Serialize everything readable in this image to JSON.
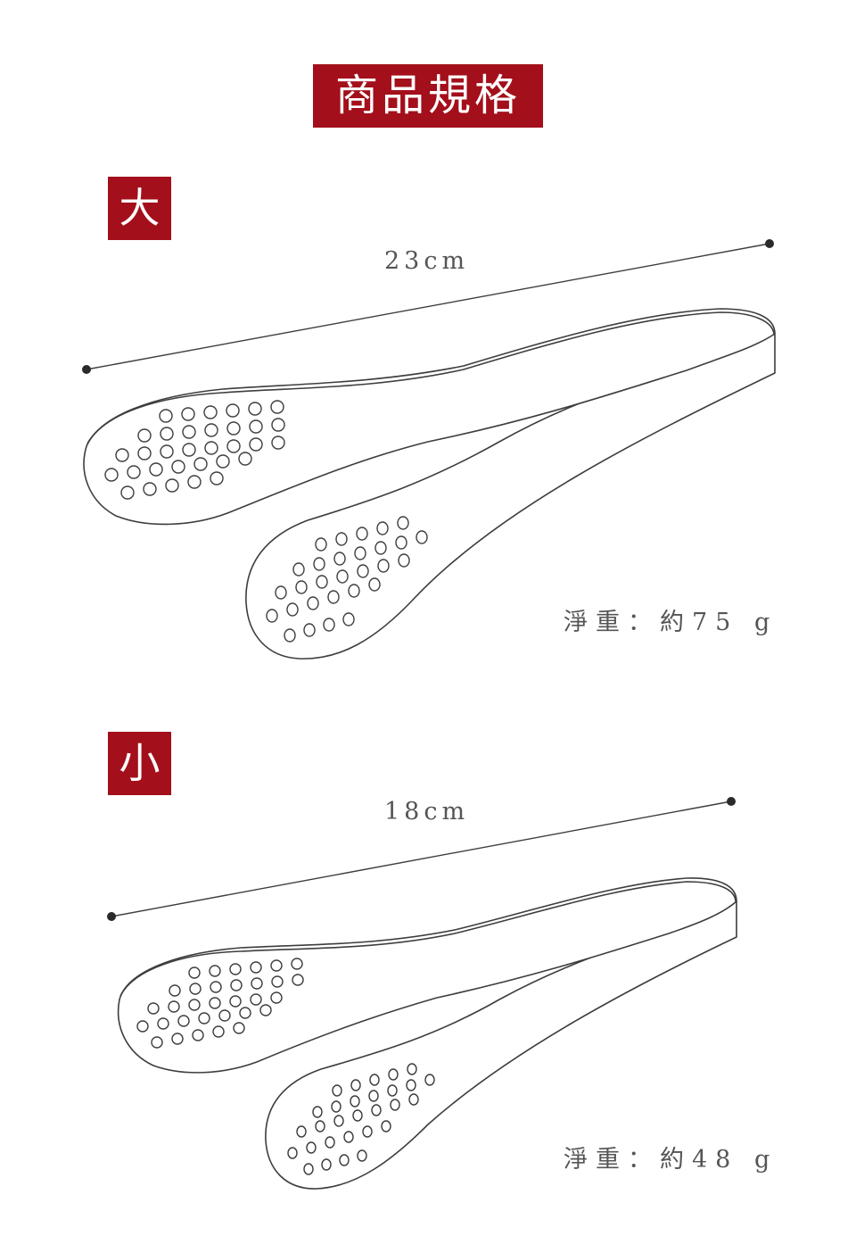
{
  "title": "商品規格",
  "sections": [
    {
      "size_label": "大",
      "length": "23cm",
      "weight": "淨重：約75 g"
    },
    {
      "size_label": "小",
      "length": "18cm",
      "weight": "淨重：約48 g"
    }
  ],
  "colors": {
    "accent": "#a30f1a",
    "line": "#3d3d3d",
    "background": "#ffffff"
  }
}
